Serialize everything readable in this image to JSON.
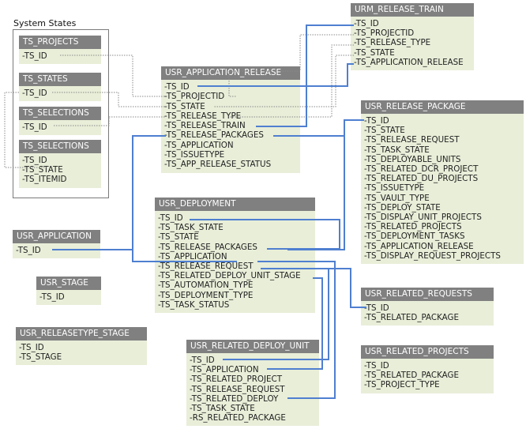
{
  "group": {
    "title": "System States"
  },
  "entities": [
    {
      "id": "ts_projects",
      "title": "TS_PROJECTS",
      "fields": [
        "-TS_ID"
      ]
    },
    {
      "id": "ts_states",
      "title": "TS_STATES",
      "fields": [
        "-TS_ID"
      ]
    },
    {
      "id": "ts_selections_a",
      "title": "TS_SELECTIONS",
      "fields": [
        "-TS_ID"
      ]
    },
    {
      "id": "ts_selections_b",
      "title": "TS_SELECTIONS",
      "fields": [
        "-TS_ID",
        "-TS_STATE",
        "-TS_ITEMID"
      ]
    },
    {
      "id": "usr_application_release",
      "title": "USR_APPLICATION_RELEASE",
      "fields": [
        "-TS_ID",
        "-TS_PROJECTID",
        "-TS_STATE",
        "-TS_RELEASE_TYPE",
        "-TS_RELEASE_TRAIN",
        "-TS_RELEASE_PACKAGES",
        "-TS_APPLICATION",
        "-TS_ISSUETYPE",
        "-TS_APP_RELEASE_STATUS"
      ]
    },
    {
      "id": "urm_release_train",
      "title": "URM_RELEASE_TRAIN",
      "fields": [
        "-TS_ID",
        "-TS_PROJECTID",
        "-TS_RELEASE_TYPE",
        "-TS_STATE",
        "-TS_APPLICATION_RELEASE"
      ]
    },
    {
      "id": "usr_release_package",
      "title": "USR_RELEASE_PACKAGE",
      "fields": [
        "-TS_ID",
        "-TS_STATE",
        "-TS_RELEASE_REQUEST",
        "-TS_TASK_STATE",
        "-TS_DEPLOYABLE_UNITS",
        "-TS_RELATED_DCR_PROJECT",
        "-TS_RELATED_DU_PROJECTS",
        "-TS_ISSUETYPE",
        "-TS_VAULT_TYPE",
        "-TS_DEPLOY_STATE",
        "-TS_DISPLAY_UNIT_PROJECTS",
        "-TS_RELATED_PROJECTS",
        "-TS_DEPLOYMENT_TASKS",
        "-TS_APPLICATION_RELEASE",
        "-TS_DISPLAY_REQUEST_PROJECTS"
      ]
    },
    {
      "id": "usr_deployment",
      "title": "USR_DEPLOYMENT",
      "fields": [
        "-TS_ID",
        "-TS_TASK_STATE",
        "-TS_STATE",
        "-TS_RELEASE_PACKAGES",
        "-TS_APPLICATION",
        "-TS_RELEASE_REQUEST",
        "-TS_RELATED_DEPLOY_UNIT_STAGE",
        "-TS_AUTOMATION_TYPE",
        "-TS_DEPLOYMENT_TYPE",
        "-TS_TASK_STATUS"
      ]
    },
    {
      "id": "usr_application",
      "title": "USR_APPLICATION",
      "fields": [
        "-TS_ID"
      ]
    },
    {
      "id": "usr_stage",
      "title": "USR_STAGE",
      "fields": [
        "-TS_ID"
      ]
    },
    {
      "id": "usr_releasetype_stage",
      "title": "USR_RELEASETYPE_STAGE",
      "fields": [
        "-TS_ID",
        "-TS_STAGE"
      ]
    },
    {
      "id": "usr_related_deploy_unit",
      "title": "USR_RELATED_DEPLOY_UNIT",
      "fields": [
        "-TS_ID",
        "-TS_APPLICATION",
        "-TS_RELATED_PROJECT",
        "-TS_RELEASE_REQUEST",
        "-TS_RELATED_DEPLOY",
        "-TS_TASK_STATE",
        "-RS_RELATED_PACKAGE"
      ]
    },
    {
      "id": "usr_related_requests",
      "title": "USR_RELATED_REQUESTS",
      "fields": [
        "-TS_ID",
        "-TS_RELATED_PACKAGE"
      ]
    },
    {
      "id": "usr_related_projects",
      "title": "USR_RELATED_PROJECTS",
      "fields": [
        "-TS_ID",
        "-TS_RELATED_PACKAGE",
        "-TS_PROJECT_TYPE"
      ]
    }
  ],
  "colors": {
    "header": "#808080",
    "body": "#e8eed8",
    "strong_link": "#4f7fd0",
    "weak_link": "#8a8a8a"
  }
}
